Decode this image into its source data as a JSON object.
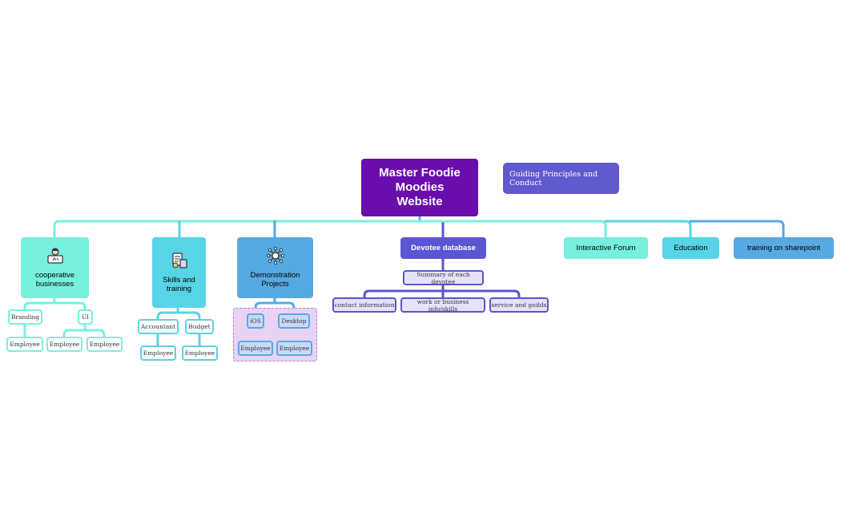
{
  "colors": {
    "root": "#6a0dad",
    "guide": "#6059cf",
    "teal": "#78f0de",
    "cyan": "#57d4e5",
    "blue": "#57a9e2",
    "violet": "#5b55d3"
  },
  "root": {
    "line1": "Master Foodie",
    "line2": "Moodies",
    "line3": "Website"
  },
  "guide": {
    "label": "Guiding Principles and Conduct"
  },
  "categories": {
    "coop": {
      "label": "cooperative businesses",
      "icon": "person-laptop-icon"
    },
    "skills": {
      "label": "Skills and training",
      "icon": "documents-calculator-icon"
    },
    "demo": {
      "label": "Demonstration Projects",
      "icon": "network-hub-icon"
    },
    "devotee": {
      "label": "Devotee database"
    },
    "forum": {
      "label": "Interactive Forum"
    },
    "education": {
      "label": "Education"
    },
    "sharepoint": {
      "label": "training on sharepoint"
    }
  },
  "coop": {
    "branding": "Branding",
    "ui": "UI",
    "branding_emp": "Employee",
    "ui_emp1": "Employee",
    "ui_emp2": "Employee"
  },
  "skills": {
    "accountant": "Accountant",
    "budget": "Budget",
    "accountant_emp": "Employee",
    "budget_emp": "Employee"
  },
  "demo": {
    "ios": "iOS",
    "desktop": "Desktop",
    "ios_emp": "Employee",
    "desktop_emp": "Employee"
  },
  "devotee": {
    "summary": "Summary of each devotee",
    "contact": "contact information",
    "work": "work or business info/skills",
    "service": "service and guilds"
  }
}
